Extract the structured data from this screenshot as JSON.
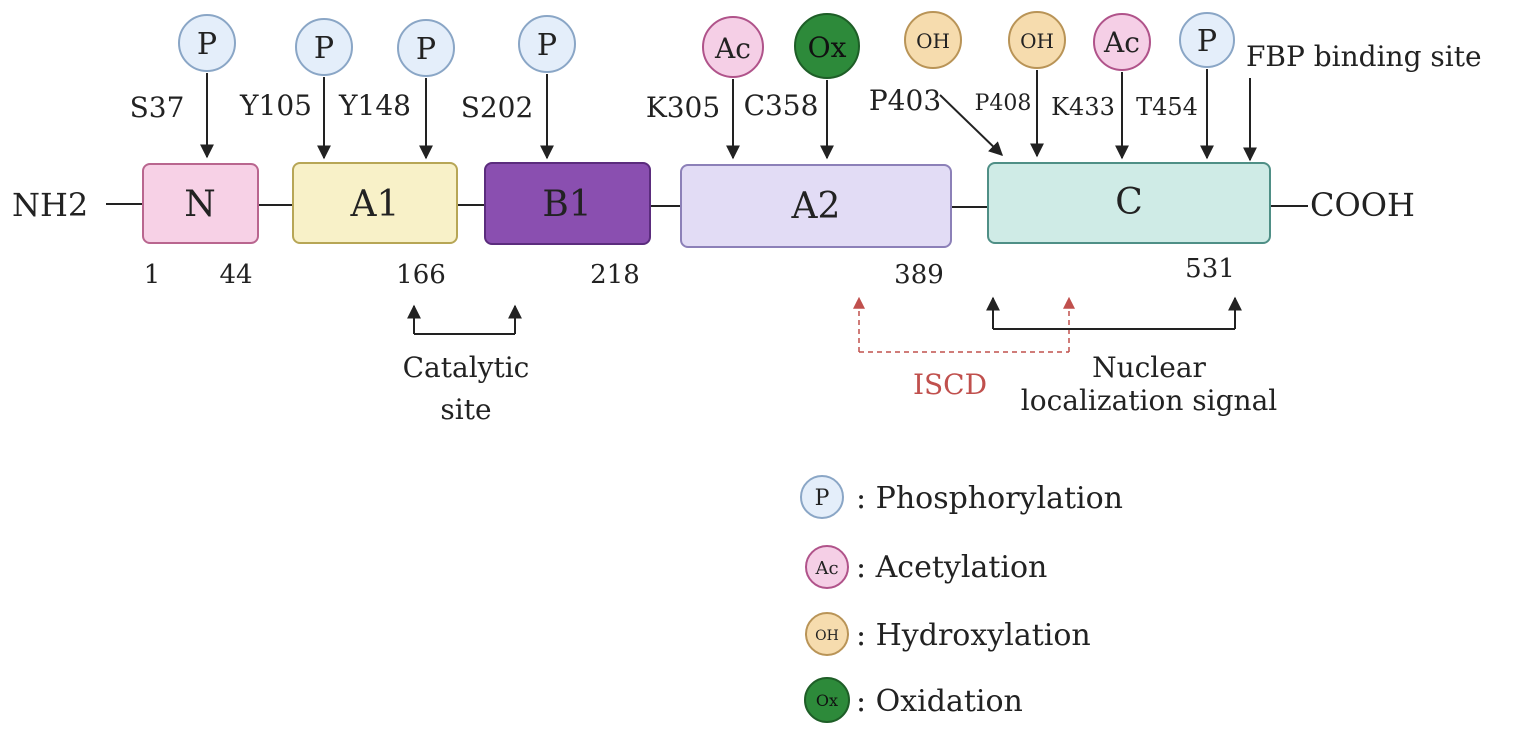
{
  "termini": {
    "n_term": "NH2",
    "c_term": "COOH"
  },
  "domains": [
    {
      "id": "n",
      "label": "N",
      "fill": "#f7d1e6",
      "stroke": "#b9668f",
      "text_color": "#222222"
    },
    {
      "id": "a1",
      "label": "A1",
      "fill": "#f8f1c8",
      "stroke": "#b7a656",
      "text_color": "#222222"
    },
    {
      "id": "b1",
      "label": "B1",
      "fill": "#8a4fb0",
      "stroke": "#5b2c7d",
      "text_color": "#222222"
    },
    {
      "id": "a2",
      "label": "A2",
      "fill": "#e2dcf5",
      "stroke": "#8c80b8",
      "text_color": "#222222"
    },
    {
      "id": "c",
      "label": "C",
      "fill": "#cfebe6",
      "stroke": "#4f8f86",
      "text_color": "#222222"
    }
  ],
  "positions": [
    "1",
    "44",
    "166",
    "218",
    "389",
    "531"
  ],
  "modifications": [
    {
      "site": "S37",
      "badge": "P",
      "type": "phosphorylation"
    },
    {
      "site": "Y105",
      "badge": "P",
      "type": "phosphorylation"
    },
    {
      "site": "Y148",
      "badge": "P",
      "type": "phosphorylation"
    },
    {
      "site": "S202",
      "badge": "P",
      "type": "phosphorylation"
    },
    {
      "site": "K305",
      "badge": "Ac",
      "type": "acetylation"
    },
    {
      "site": "C358",
      "badge": "Ox",
      "type": "oxidation"
    },
    {
      "site": "P403",
      "badge": "OH",
      "type": "hydroxylation"
    },
    {
      "site": "P408",
      "badge": "OH",
      "type": "hydroxylation"
    },
    {
      "site": "K433",
      "badge": "Ac",
      "type": "acetylation"
    },
    {
      "site": "T454",
      "badge": "P",
      "type": "phosphorylation"
    }
  ],
  "fbp_label": "FBP binding site",
  "regions": {
    "catalytic": [
      "Catalytic",
      "site"
    ],
    "iscd": "ISCD",
    "nls": [
      "Nuclear",
      "localization signal"
    ]
  },
  "legend": [
    {
      "badge": "P",
      "type": "phosphorylation",
      "label": ": Phosphorylation"
    },
    {
      "badge": "Ac",
      "type": "acetylation",
      "label": ": Acetylation"
    },
    {
      "badge": "OH",
      "type": "hydroxylation",
      "label": ": Hydroxylation"
    },
    {
      "badge": "Ox",
      "type": "oxidation",
      "label": ": Oxidation"
    }
  ],
  "badge_styles": {
    "phosphorylation": {
      "fill": "#e4eefa",
      "stroke": "#8aa6c6",
      "text": "#222222"
    },
    "acetylation": {
      "fill": "#f5cfe6",
      "stroke": "#b0538a",
      "text": "#222222"
    },
    "hydroxylation": {
      "fill": "#f6dcae",
      "stroke": "#b99457",
      "text": "#222222"
    },
    "oxidation": {
      "fill": "#2d8a3a",
      "stroke": "#1e5e27",
      "text": "#111111"
    }
  },
  "colors": {
    "line": "#222222",
    "iscd": "#c0504d"
  }
}
